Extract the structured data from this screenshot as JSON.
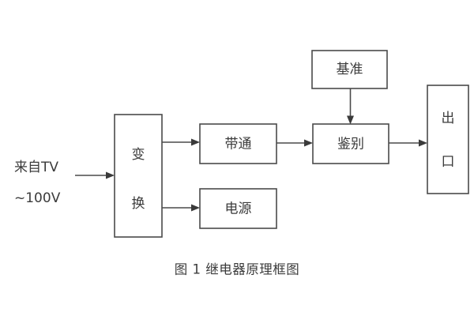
{
  "figure": {
    "caption": "图 1 继电器原理框图",
    "background_color": "#ffffff",
    "line_color": "#4a4a4a",
    "text_color": "#3b3b3b"
  },
  "input_label": {
    "line1": "来自TV",
    "line2": "~100V"
  },
  "blocks": {
    "transform": {
      "char1": "变",
      "char2": "换"
    },
    "bandpass": {
      "label": "带通"
    },
    "power_supply": {
      "label": "电源"
    },
    "reference": {
      "label": "基准"
    },
    "discriminate": {
      "label": "鉴别"
    },
    "output": {
      "char1": "出",
      "char2": "口"
    }
  },
  "connections": [
    {
      "name": "input-to-transform",
      "from": "来自TV ~100V",
      "to": "变换"
    },
    {
      "name": "transform-to-bandpass",
      "from": "变换",
      "to": "带通"
    },
    {
      "name": "transform-to-power-supply",
      "from": "变换",
      "to": "电源"
    },
    {
      "name": "bandpass-to-discriminate",
      "from": "带通",
      "to": "鉴别"
    },
    {
      "name": "reference-to-discriminate",
      "from": "基准",
      "to": "鉴别"
    },
    {
      "name": "discriminate-to-output",
      "from": "鉴别",
      "to": "出口"
    }
  ]
}
